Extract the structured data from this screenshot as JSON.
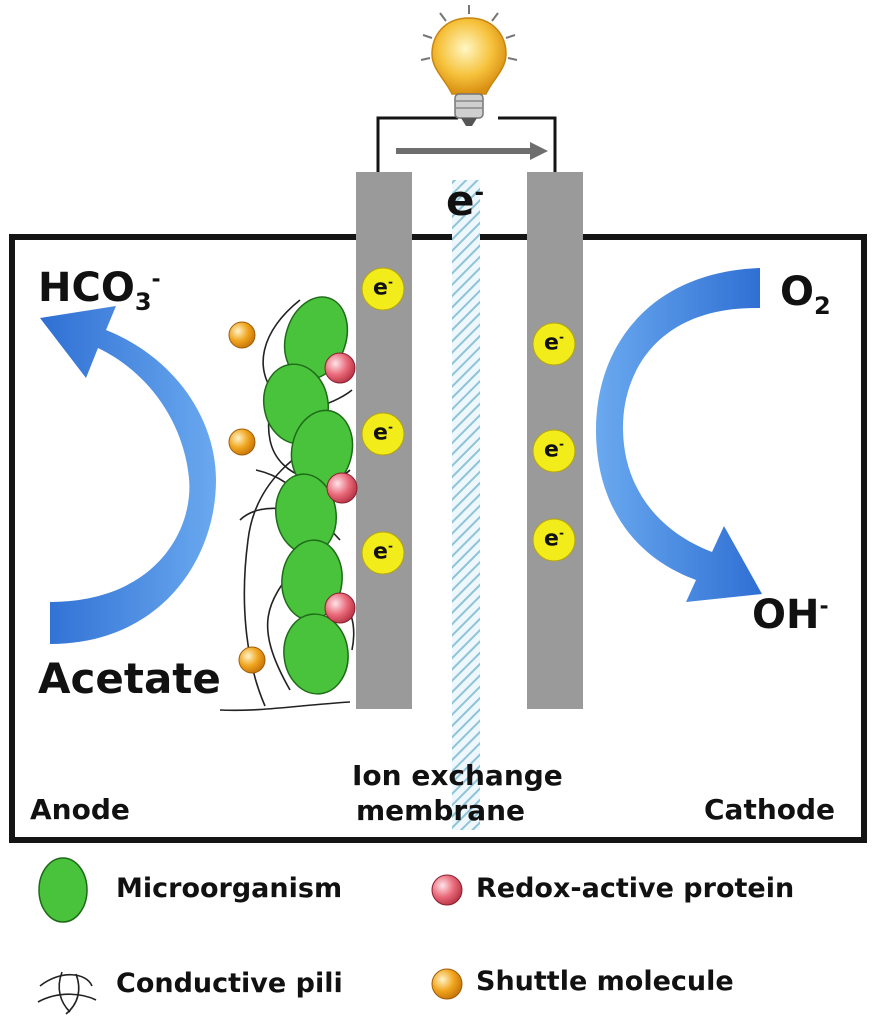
{
  "diagram": {
    "electron_flow": {
      "symbol": "e",
      "superscript": "-"
    },
    "electron_badge": {
      "symbol": "e",
      "superscript": "-"
    },
    "anode_label": "Anode",
    "cathode_label": "Cathode",
    "membrane_label_line1": "Ion exchange",
    "membrane_label_line2": "membrane",
    "anode_product": {
      "base": "HCO",
      "subscript": "3",
      "superscript": "-"
    },
    "anode_substrate": "Acetate",
    "cathode_reactant": {
      "base": "O",
      "subscript": "2"
    },
    "cathode_product": {
      "base": "OH",
      "superscript": "-"
    },
    "colors": {
      "electrode": "#9a9a9a",
      "arrow_blue": "#3f80dc",
      "microorganism": "#49c23c",
      "redox_protein": "#e8606f",
      "shuttle_molecule": "#efa31c",
      "electron": "#f3ec1b",
      "membrane": "#8fc3d8"
    },
    "icons": [
      "light-bulb-icon",
      "current-arrow-icon"
    ]
  },
  "legend": {
    "microorganism": "Microorganism",
    "redox_protein": "Redox-active protein",
    "conductive_pili": "Conductive pili",
    "shuttle_molecule": "Shuttle molecule"
  }
}
